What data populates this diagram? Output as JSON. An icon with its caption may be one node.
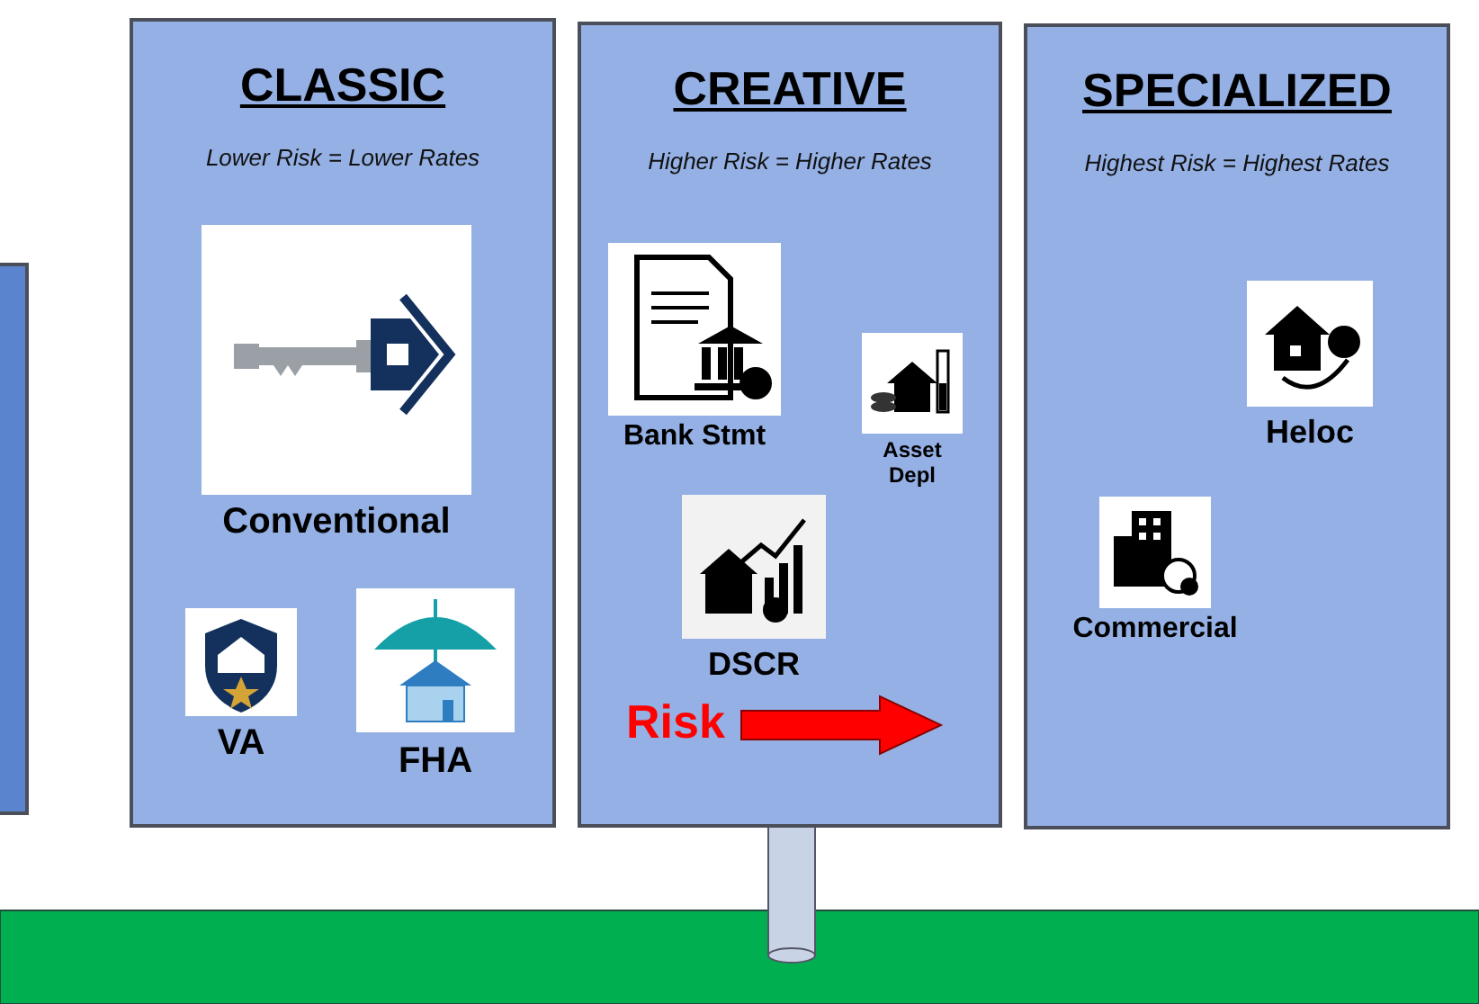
{
  "diagram": {
    "nodes": [
      {
        "text": [],
        "shape": "box"
      },
      {
        "text": [
          "CLASSIC",
          "Lower Risk = Lower Rates"
        ]
      },
      {
        "text": [
          "Conventional"
        ],
        "in": 1
      },
      {
        "text": [
          "VA"
        ],
        "in": 1
      },
      {
        "text": [
          "FHA"
        ],
        "in": 1
      },
      {
        "text": [
          "CREATIVE",
          "Higher Risk = Higher Rates"
        ]
      },
      {
        "text": [
          "Bank Stmt"
        ],
        "in": 5
      },
      {
        "text": [
          "Asset Depl"
        ],
        "in": 5
      },
      {
        "text": [
          "DSCR"
        ],
        "in": 5
      },
      {
        "text": [
          "SPECIALIZED",
          "Highest Risk = Highest Rates"
        ]
      },
      {
        "text": [
          "Heloc"
        ],
        "in": 9
      },
      {
        "text": [
          "Commercial"
        ],
        "in": 9
      }
    ],
    "edges": [],
    "labels": [
      "Risk"
    ]
  }
}
